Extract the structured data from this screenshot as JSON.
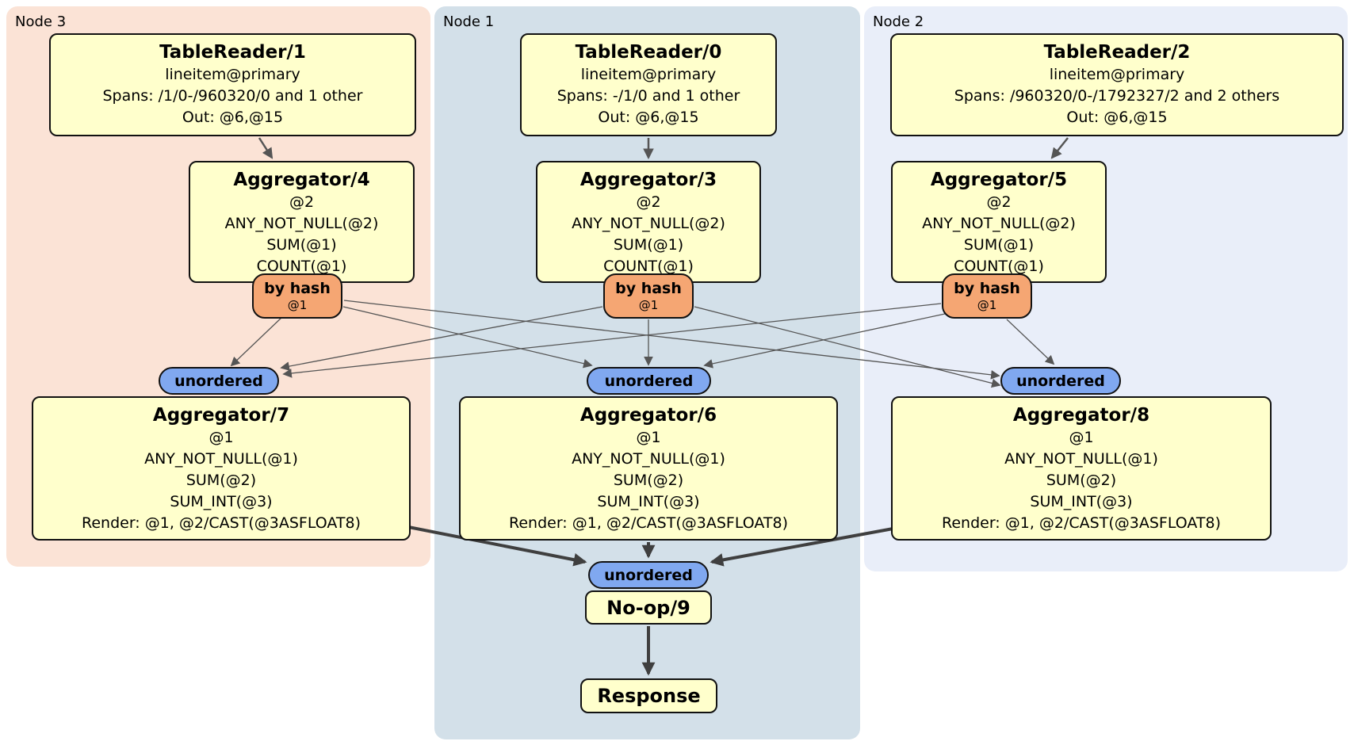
{
  "regions": {
    "node3": {
      "label": "Node 3"
    },
    "node1": {
      "label": "Node 1"
    },
    "node2": {
      "label": "Node 2"
    }
  },
  "boxes": {
    "tablereader1": {
      "title": "TableReader/1",
      "lines": [
        "lineitem@primary",
        "Spans: /1/0-/960320/0 and 1 other",
        "Out: @6,@15"
      ]
    },
    "tablereader0": {
      "title": "TableReader/0",
      "lines": [
        "lineitem@primary",
        "Spans: -/1/0 and 1 other",
        "Out: @6,@15"
      ]
    },
    "tablereader2": {
      "title": "TableReader/2",
      "lines": [
        "lineitem@primary",
        "Spans: /960320/0-/1792327/2 and 2 others",
        "Out: @6,@15"
      ]
    },
    "aggregator4": {
      "title": "Aggregator/4",
      "lines": [
        "@2",
        "ANY_NOT_NULL(@2)",
        "SUM(@1)",
        "COUNT(@1)"
      ]
    },
    "aggregator3": {
      "title": "Aggregator/3",
      "lines": [
        "@2",
        "ANY_NOT_NULL(@2)",
        "SUM(@1)",
        "COUNT(@1)"
      ]
    },
    "aggregator5": {
      "title": "Aggregator/5",
      "lines": [
        "@2",
        "ANY_NOT_NULL(@2)",
        "SUM(@1)",
        "COUNT(@1)"
      ]
    },
    "aggregator7": {
      "title": "Aggregator/7",
      "lines": [
        "@1",
        "ANY_NOT_NULL(@1)",
        "SUM(@2)",
        "SUM_INT(@3)",
        "Render: @1, @2/CAST(@3ASFLOAT8)"
      ]
    },
    "aggregator6": {
      "title": "Aggregator/6",
      "lines": [
        "@1",
        "ANY_NOT_NULL(@1)",
        "SUM(@2)",
        "SUM_INT(@3)",
        "Render: @1, @2/CAST(@3ASFLOAT8)"
      ]
    },
    "aggregator8": {
      "title": "Aggregator/8",
      "lines": [
        "@1",
        "ANY_NOT_NULL(@1)",
        "SUM(@2)",
        "SUM_INT(@3)",
        "Render: @1, @2/CAST(@3ASFLOAT8)"
      ]
    },
    "noop": {
      "title": "No-op/9"
    },
    "response": {
      "title": "Response"
    }
  },
  "routers": {
    "hash4": {
      "label": "by hash",
      "detail": "@1"
    },
    "hash3": {
      "label": "by hash",
      "detail": "@1"
    },
    "hash5": {
      "label": "by hash",
      "detail": "@1"
    }
  },
  "streams": {
    "unordered7": {
      "label": "unordered"
    },
    "unordered6": {
      "label": "unordered"
    },
    "unordered8": {
      "label": "unordered"
    },
    "unordered9": {
      "label": "unordered"
    }
  },
  "colors": {
    "node3_bg": "#fbe3d6",
    "node1_bg": "#d3e0e9",
    "node2_bg": "#e9eef9",
    "box_bg": "#ffffcc",
    "box_border": "#111111",
    "hash_pill_bg": "#f5a673",
    "sync_pill_bg": "#80a8f0",
    "edge": "#555555",
    "edge_thick": "#3f3f3f"
  }
}
